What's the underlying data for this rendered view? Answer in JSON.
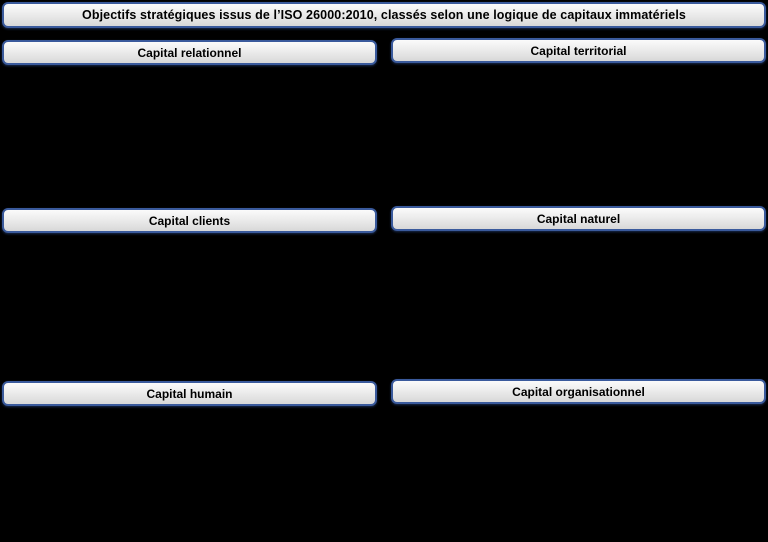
{
  "title": "Objectifs stratégiques issus de l’ISO 26000:2010, classés selon une logique de capitaux immatériels",
  "headers": [
    {
      "label": "Capital relationnel"
    },
    {
      "label": "Capital territorial"
    },
    {
      "label": "Capital clients"
    },
    {
      "label": "Capital naturel"
    },
    {
      "label": "Capital humain"
    },
    {
      "label": "Capital organisationnel"
    }
  ],
  "colors": {
    "background": "#000000",
    "box_border": "#3A5A9C",
    "box_fill_top": "#FBFBFB",
    "box_fill_bottom": "#D8D8D8",
    "text": "#000000"
  }
}
